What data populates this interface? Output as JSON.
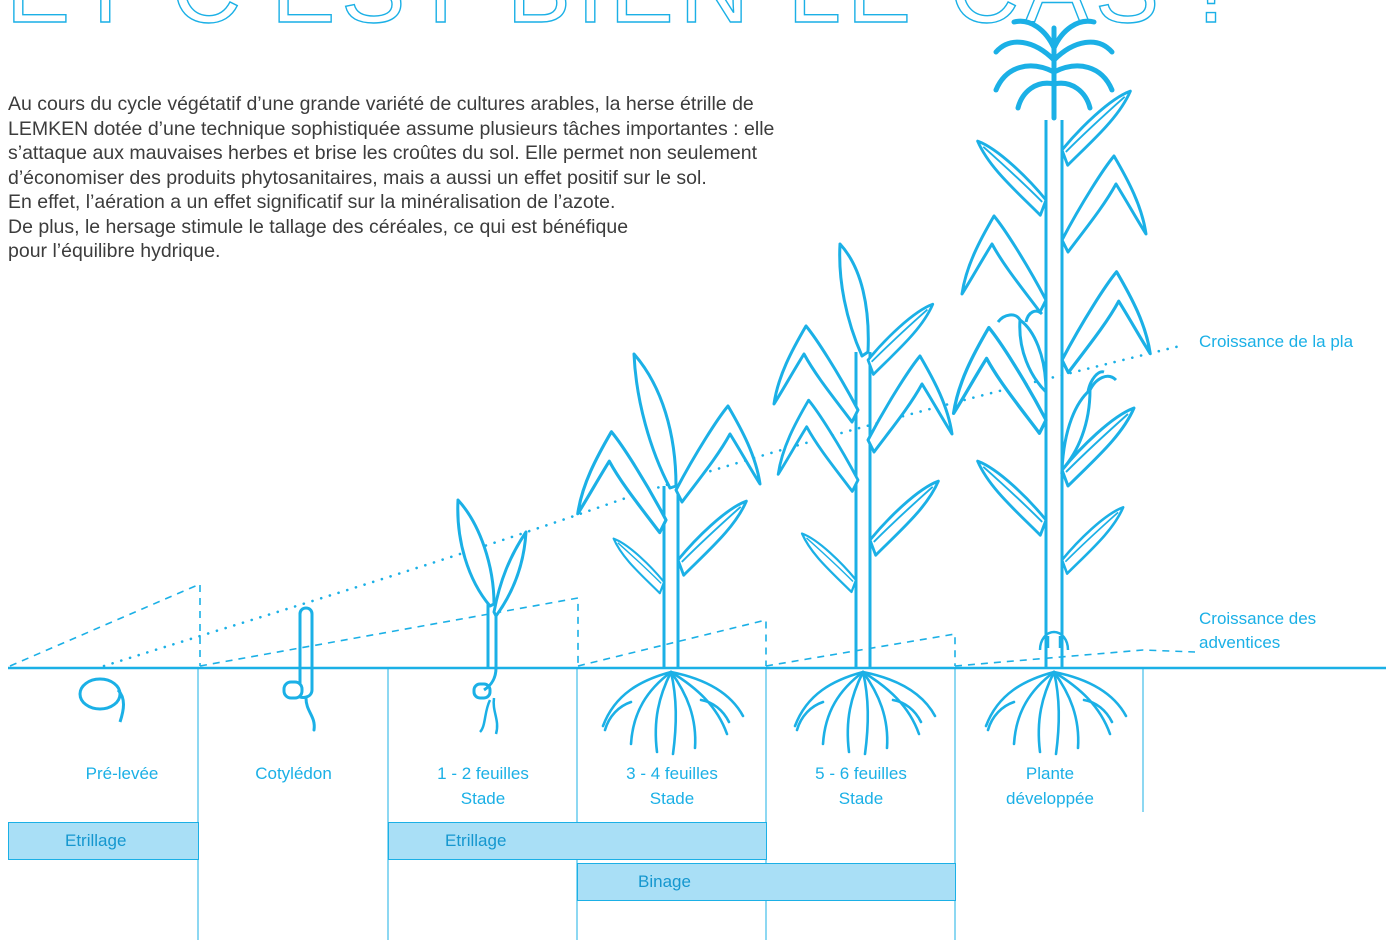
{
  "headline": "ET C'EST BIEN LE CAS !",
  "intro": [
    "Au cours du cycle végétatif d’une grande variété de cultures arables, la herse étrille de",
    "LEMKEN dotée d’une technique sophistiquée assume plusieurs tâches importantes : elle",
    "s’attaque aux mauvaises herbes et brise les croûtes du sol. Elle permet non seulement",
    "d’économiser des produits phytosanitaires, mais a aussi un effet positif sur le sol.",
    "En effet, l’aération a un effet significatif sur la minéralisation de l’azote.",
    "De plus, le  hersage stimule le tallage des céréales, ce qui est  bénéfique",
    "pour l’équilibre hydrique."
  ],
  "curves": {
    "plant": "Croissance de la pla",
    "weeds_line1": "Croissance des",
    "weeds_line2": "adventices"
  },
  "stages": [
    {
      "line1": "Pré-levée",
      "line2": ""
    },
    {
      "line1": "Cotylédon",
      "line2": ""
    },
    {
      "line1": "1 - 2 feuilles",
      "line2": "Stade"
    },
    {
      "line1": "3 - 4 feuilles",
      "line2": "Stade"
    },
    {
      "line1": "5 - 6 feuilles",
      "line2": "Stade"
    },
    {
      "line1": "Plante",
      "line2": "développée"
    }
  ],
  "operations": [
    {
      "label": "Etrillage"
    },
    {
      "label": "Etrillage"
    },
    {
      "label": "Binage"
    }
  ],
  "colors": {
    "accent": "#1bb0e6",
    "bar_fill": "#a9dff6",
    "text": "#3c3c3c"
  }
}
